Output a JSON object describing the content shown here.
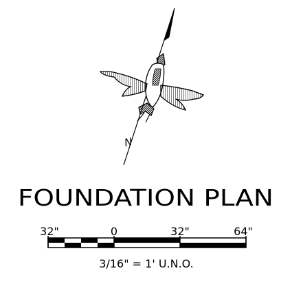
{
  "north_arrow": {
    "label": "N",
    "icon": "north-arrow-bird-icon"
  },
  "title": "FOUNDATION PLAN",
  "scale_bar": {
    "tick_labels": [
      "32\"",
      "0",
      "32\"",
      "64\""
    ],
    "note": "3/16\" = 1' U.N.O."
  },
  "colors": {
    "ink": "#000000",
    "paper": "#ffffff"
  }
}
